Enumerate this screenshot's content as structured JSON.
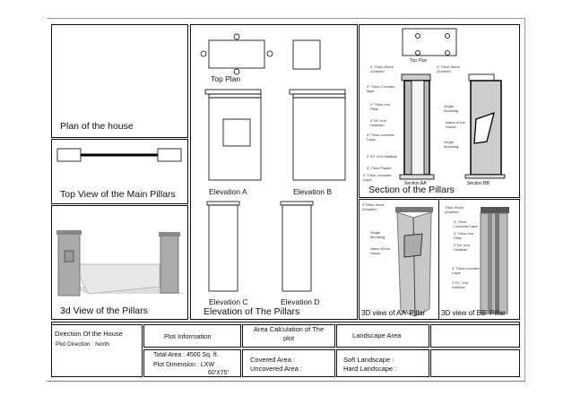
{
  "panels": {
    "plan": "Plan of the house",
    "top_view": "Top View of the Main Pillars",
    "view_3d": "3d View of the Pillars",
    "elevation": "Elevation of The Pillars",
    "section": "Section of the Pillars",
    "view_aa": "3D view of AA' Pillar",
    "view_bb": "3D view of BB' Pillar"
  },
  "elevation_labels": {
    "top_plan": "Top Plan",
    "a": "Elevation A",
    "b": "Elevation B",
    "c": "Elevation C",
    "d": "Elevation D"
  },
  "section_labels": {
    "top_plan": "Top Plan",
    "aa": "Section AA'",
    "bb": "Section BB'",
    "stone_aa": "4\" Thick Stone (Granite)",
    "concrete1": "4\" Thick Concrete layer",
    "iron_pillar": "4\" Thick Iron Pillar",
    "holdfast1": "2\"X4\" Iron Holdfast",
    "concrete2": "4\" Thick concrete Layer",
    "holdfast2": "2\"X4\" Iron Holdfast",
    "plaster": "4\" Thick Plaster",
    "concrete3": "4\" Thick Concrete Layer",
    "stone_bb": "4\" Thick Stone (Granite)",
    "moulding1": "Single Moulding",
    "name_house": "Name of the House",
    "moulding2": "Single Moulding"
  },
  "view3d_labels": {
    "aa_stone": "2\"Thick Stone (Granite)",
    "aa_moulding": "Single Moulding",
    "aa_name": "Name of the House",
    "bb_stone": "Thick Stone (Granite)",
    "bb_concrete": "4\" Thick Concrete Layer",
    "bb_iron": "4\" Thick Iron Pillar",
    "bb_holdfast": "2\"X4\" Iron Holdfast",
    "bb_concrete2": "4\" Thick concrete Layer",
    "bb_holdfast2": "2\"X1\" Iron Holdfast"
  },
  "info": {
    "direction_title": "Direction Of the House",
    "plot_direction": "Plot Direction : North",
    "plot_info_title": "Plot Information",
    "total_area": "Total Area : 4500 Sq. ft.",
    "plot_dimension": "Plot Dimension : LXW",
    "plot_dimension_value": "60'X75'",
    "area_calc_title": "Area Calculation of The plot",
    "covered": "Covered Area :",
    "uncovered": "Uncovered Area :",
    "landscape_title": "Landscape Area",
    "soft": "Soft Landscape :",
    "hard": "Hard Landscape :"
  }
}
